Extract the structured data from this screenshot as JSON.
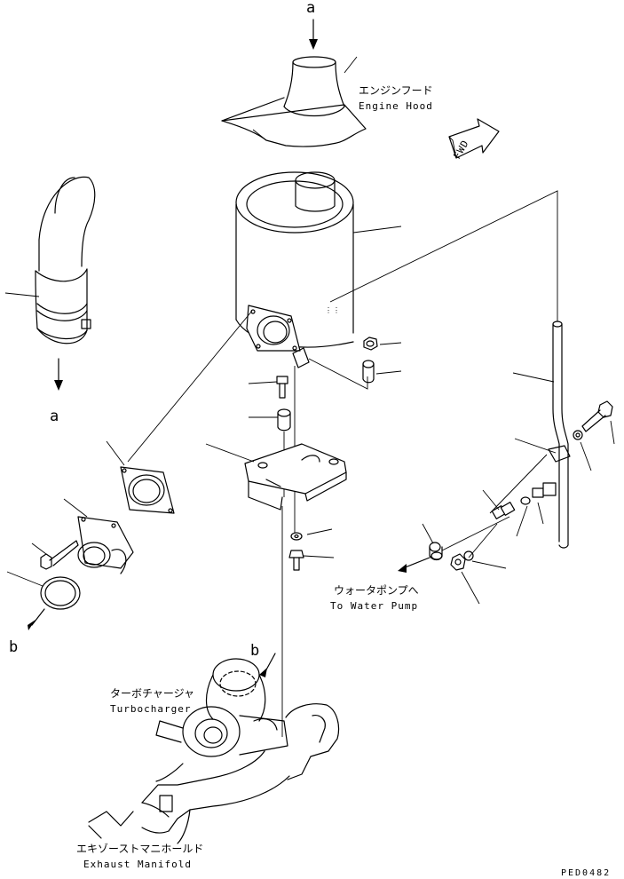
{
  "markers": {
    "a_top": "a",
    "a_left": "a",
    "b_left": "b",
    "b_center": "b"
  },
  "fwd_label": "FWD",
  "labels": {
    "engine_hood_jp": "エンジンフード",
    "engine_hood_en": "Engine Hood",
    "water_pump_jp": "ウォータポンプへ",
    "water_pump_en": "To Water Pump",
    "turbocharger_jp": "ターボチャージャ",
    "turbocharger_en": "Turbocharger",
    "exhaust_manifold_jp": "エキゾーストマニホールド",
    "exhaust_manifold_en": "Exhaust Manifold"
  },
  "drawing_code": "PED0482"
}
